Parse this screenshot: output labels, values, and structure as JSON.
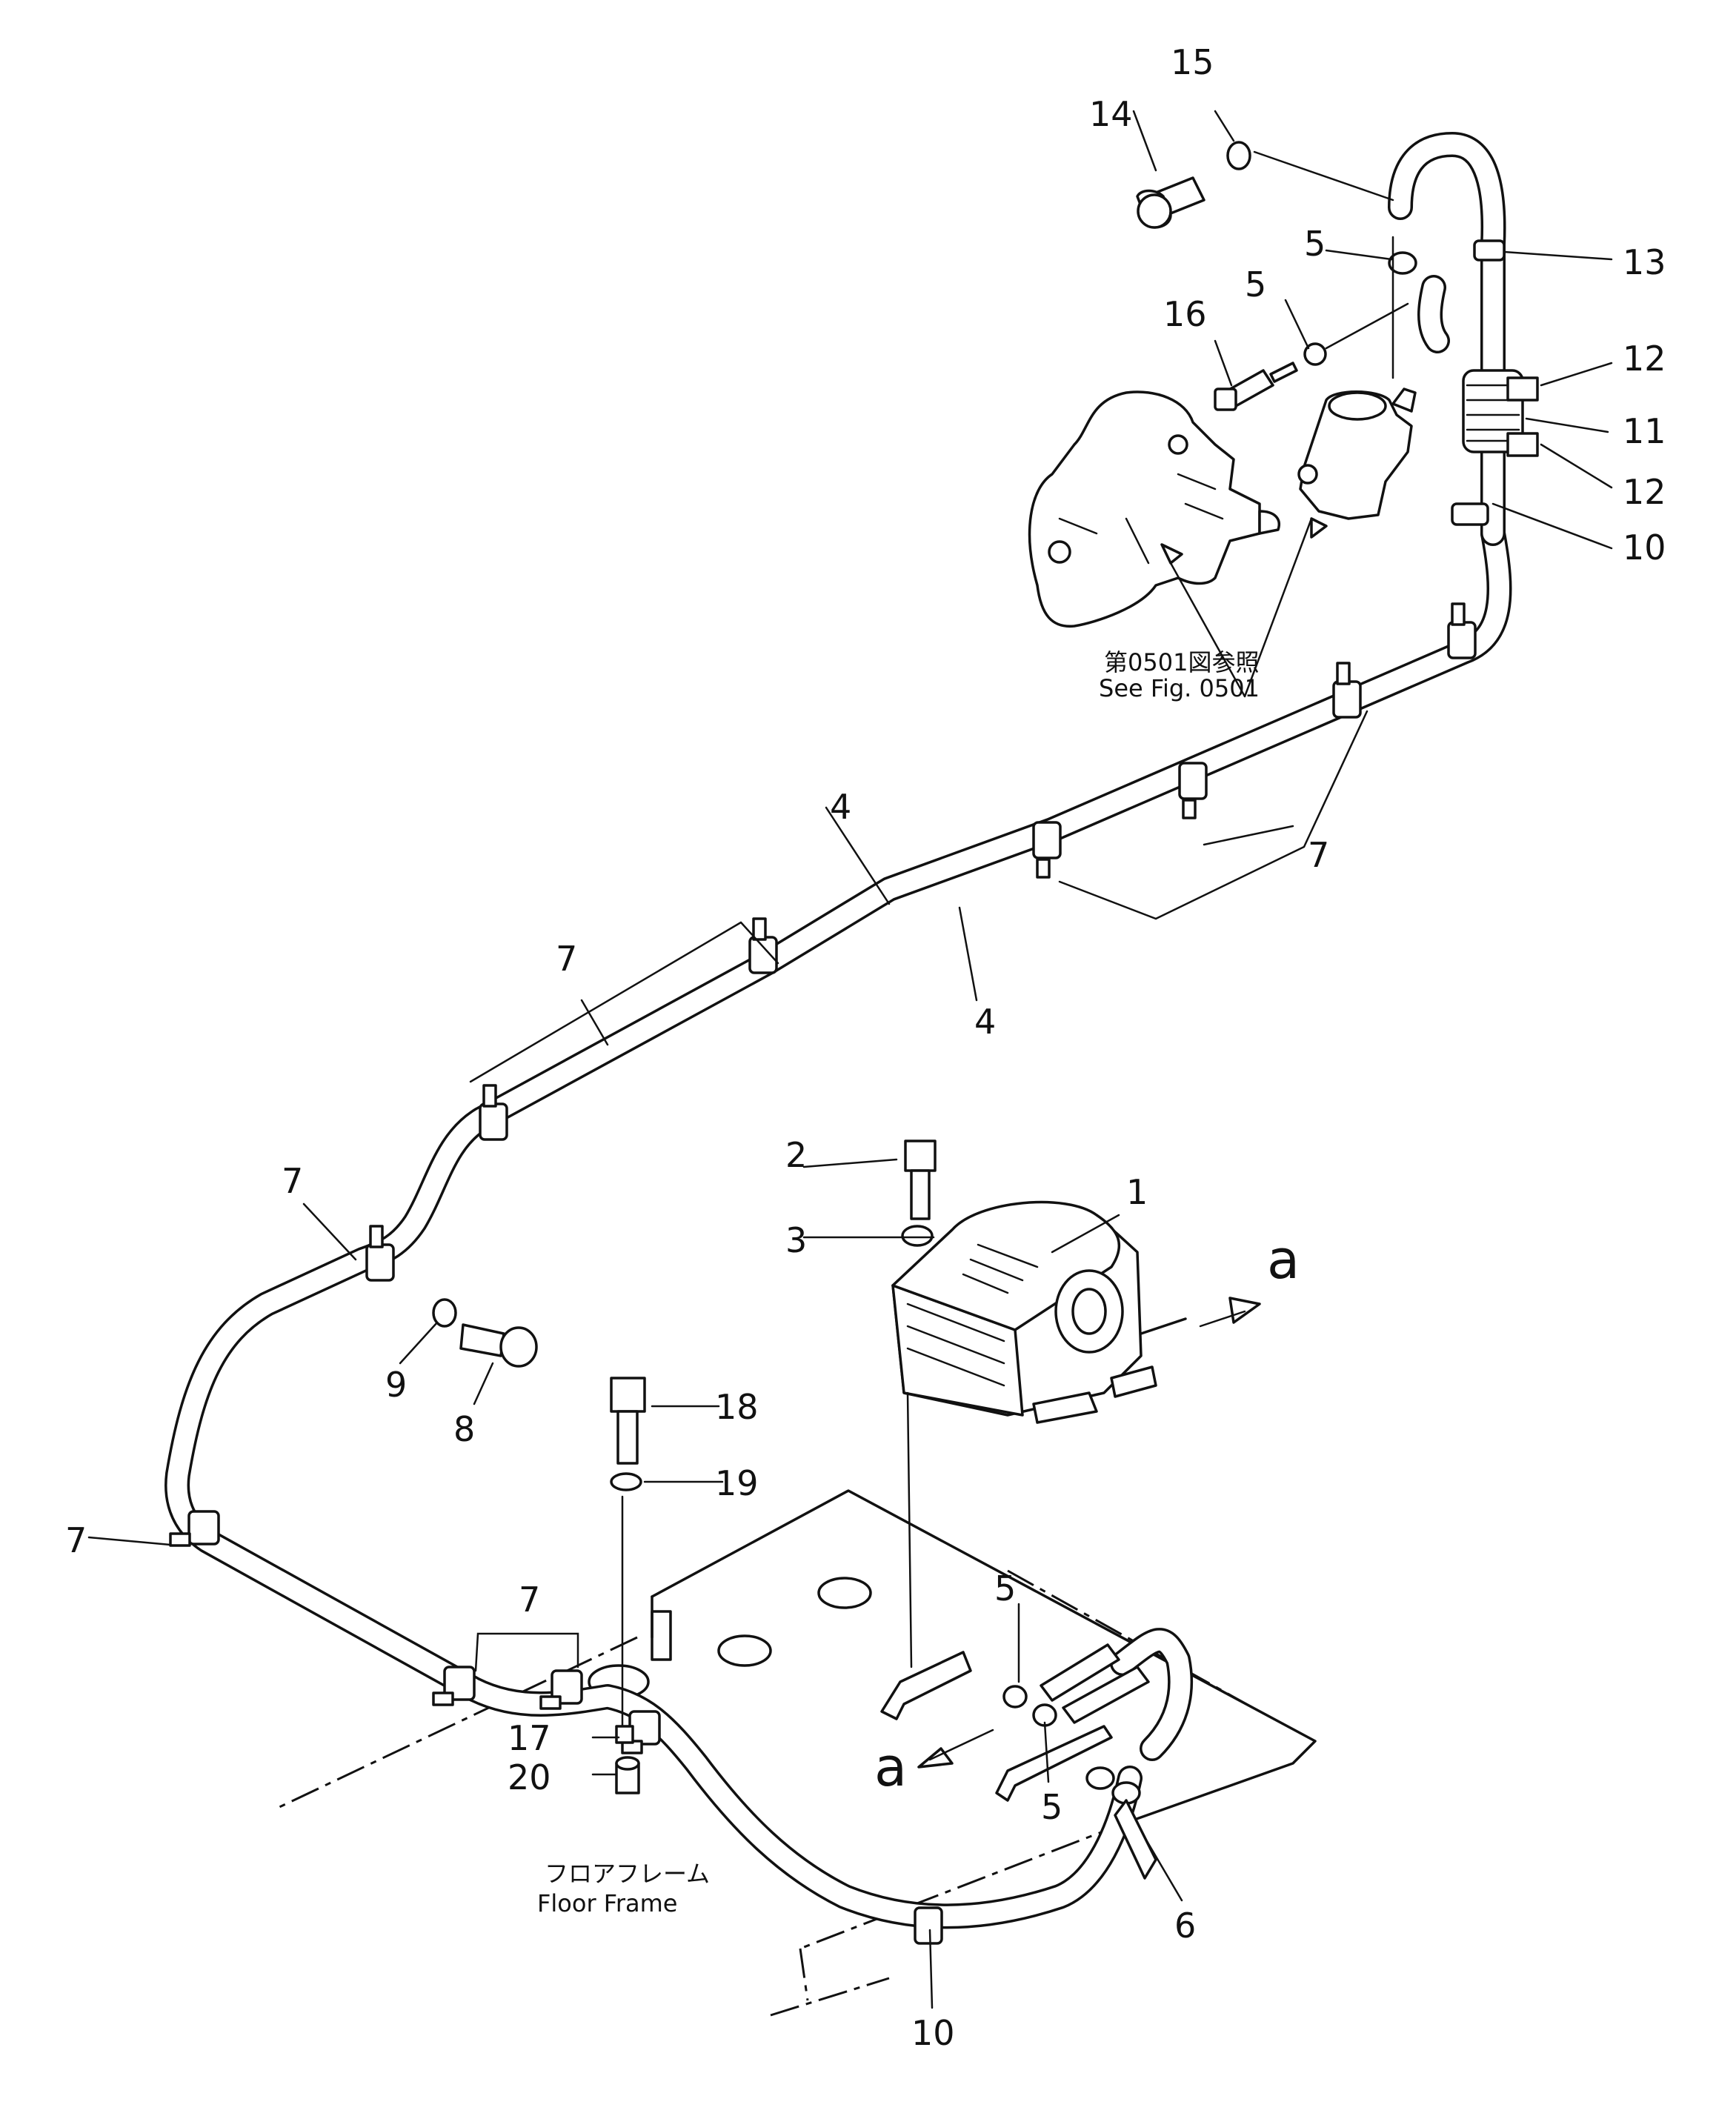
{
  "diagram": {
    "callouts": {
      "c1": "1",
      "c2": "2",
      "c3": "3",
      "c4a": "4",
      "c4b": "4",
      "c5a": "5",
      "c5b": "5",
      "c5c": "5",
      "c5d": "5",
      "c6": "6",
      "c7a": "7",
      "c7b": "7",
      "c7c": "7",
      "c7d": "7",
      "c7e": "7",
      "c8": "8",
      "c9": "9",
      "c10a": "10",
      "c10b": "10",
      "c11": "11",
      "c12a": "12",
      "c12b": "12",
      "c13": "13",
      "c14": "14",
      "c15": "15",
      "c16": "16",
      "c17": "17",
      "c18": "18",
      "c19": "19",
      "c20": "20"
    },
    "view_marks": {
      "top": "a",
      "bottom": "a"
    },
    "reference_note": {
      "jp": "第0501図参照",
      "en": "See Fig. 0501"
    },
    "floor_frame": {
      "jp": "フロアフレーム",
      "en": "Floor Frame"
    }
  }
}
